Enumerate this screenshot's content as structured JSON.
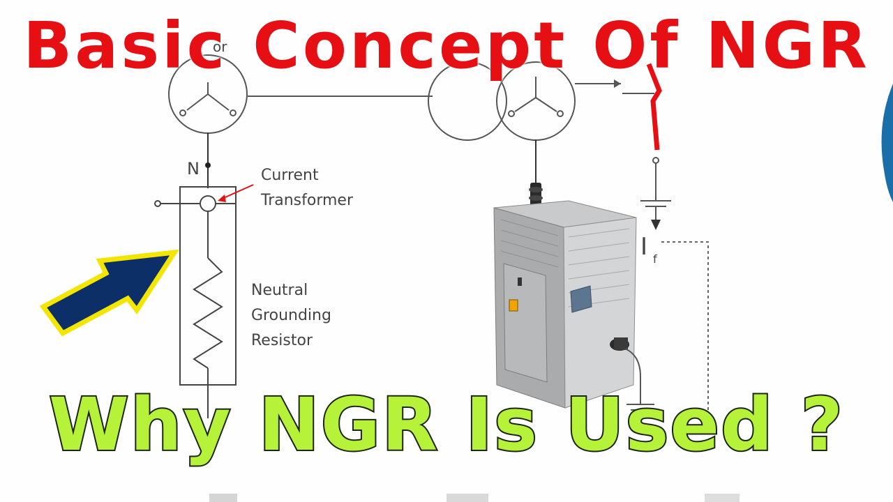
{
  "title": "Basic Concept Of NGR",
  "subtitle": "Why NGR Is Used ?",
  "diagram": {
    "generator_label_fragment": "or",
    "neutral_label": "N",
    "current_transformer_label": [
      "Current",
      "Transformer"
    ],
    "resistor_label": [
      "Neutral",
      "Grounding",
      "Resistor"
    ],
    "fault_current_label": "I",
    "fault_current_subscript": "f"
  },
  "colors": {
    "title": "#e60f14",
    "subtitle": "#b6f23a",
    "arrow_fill": "#0b2f66",
    "arrow_outline": "#f2e600",
    "fault_mark": "#e60f14"
  }
}
